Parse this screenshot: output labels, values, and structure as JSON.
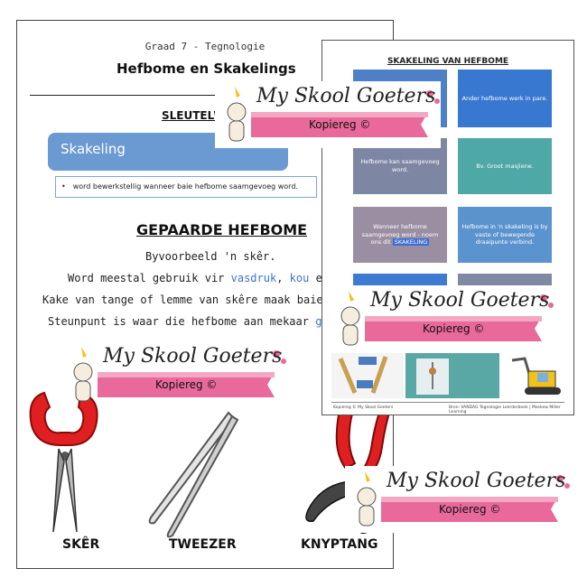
{
  "back_page": {
    "grade": "Graad 7 - Tegnologie",
    "title": "Hefbome en Skakelings",
    "keywords_heading": "SLEUTELWO",
    "term": "Skakeling",
    "definition_bullet": "•",
    "definition": "word bewerkstellig wanneer baie hefbome saamgevoeg word.",
    "section_heading": "GEPAARDE HEFBOME",
    "lines": {
      "l1": "Byvoorbeeld 'n skêr.",
      "l2_pre": "Word meestal gebruik vir ",
      "l2_hl1": "vasdruk",
      "l2_mid": ", ",
      "l2_hl2": "kou",
      "l2_post": " en s",
      "l3": "Kake van tange of lemme van skêre maak baie f",
      "l4_pre": "Steunpunt is waar die hefbome aan mekaar ",
      "l4_hl": "ge"
    },
    "tools": [
      "SKÊR",
      "TWEEZER",
      "KNYPTANG"
    ]
  },
  "front_page": {
    "title": "SKAKELING VAN HEFBOME",
    "cards": {
      "r1": "Ander hefbome werk in pare.",
      "l2": "Hefbome kan saamgevoeg word.",
      "r2": "Bv. Groot masjiene.",
      "l3_pre": "Wanneer hefbome saamgevoeg word - noem ons dit ",
      "l3_hl": "SKAKELING",
      "r3": "Hefbome in 'n skakeling is by vaste of bewegende draaipunte verbind."
    },
    "footer_left": "Kopiereg © My Skool Goeters",
    "footer_right": "Bron: VANDAG Tegnologie Leerderboek | Maskew Miller Learning"
  },
  "watermark": {
    "brand": "My Skool Goeters",
    "ribbon": "Kopiereg ©"
  },
  "colors": {
    "accent_blue": "#6b9ad3",
    "ribbon_pink": "#e8699a",
    "tool_red": "#e02020"
  }
}
